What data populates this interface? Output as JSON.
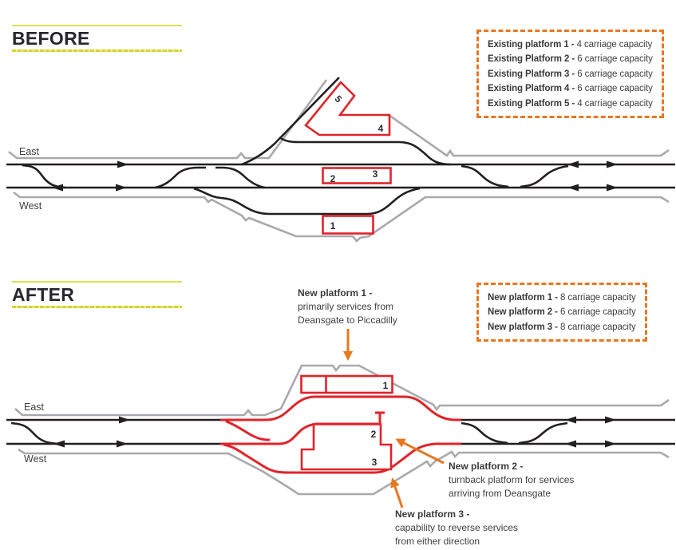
{
  "colors": {
    "track_black": "#231f20",
    "track_gray": "#a7a9ac",
    "platform_red": "#e0232a",
    "accent_orange": "#e8771f",
    "accent_yellow": "#d4d428",
    "text_dark": "#414042"
  },
  "before": {
    "title": "BEFORE",
    "legend": [
      {
        "label": "Existing platform 1 -",
        "value": "4 carriage capacity"
      },
      {
        "label": "Existing Platform 2 -",
        "value": "6 carriage capacity"
      },
      {
        "label": "Existing Platform 3 -",
        "value": "6 carriage capacity"
      },
      {
        "label": "Existing Platform 4 -",
        "value": "6 carriage capacity"
      },
      {
        "label": "Existing Platform 5 -",
        "value": "4 carriage capacity"
      }
    ],
    "east": "East",
    "west": "West",
    "platform_numbers": {
      "p1": "1",
      "p2": "2",
      "p3": "3",
      "p4": "4",
      "p5": "5"
    }
  },
  "after": {
    "title": "AFTER",
    "legend": [
      {
        "label": "New platform 1 -",
        "value": "8 carriage capacity"
      },
      {
        "label": "New platform 2 -",
        "value": "6 carriage capacity"
      },
      {
        "label": "New platform 3 -",
        "value": "8 carriage capacity"
      }
    ],
    "east": "East",
    "west": "West",
    "platform_numbers": {
      "p1": "1",
      "p2": "2",
      "p3": "3"
    },
    "annotations": [
      {
        "title": "New platform 1 -",
        "lines": [
          "primarily services from",
          "Deansgate to Piccadilly"
        ]
      },
      {
        "title": "New platform 2 -",
        "lines": [
          "turnback platform for services",
          "arriving from Deansgate"
        ]
      },
      {
        "title": "New platform 3 -",
        "lines": [
          "capability to reverse services",
          "from either direction"
        ]
      }
    ]
  }
}
